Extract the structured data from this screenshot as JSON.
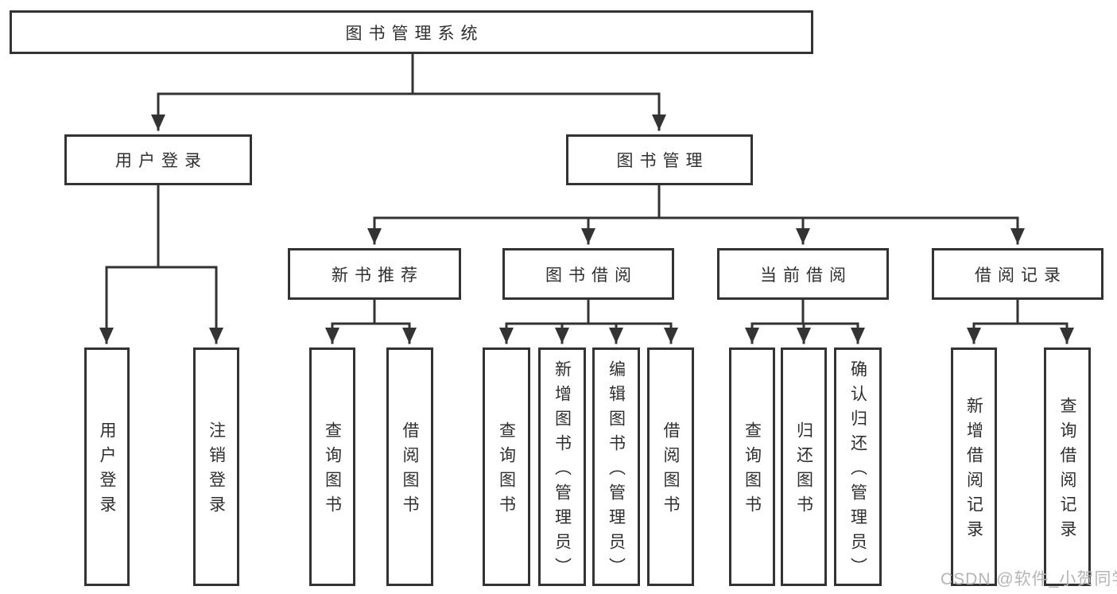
{
  "tree": {
    "label": "图书管理系统",
    "children": [
      {
        "label": "用户登录",
        "children": [
          {
            "label": "用户登录"
          },
          {
            "label": "注销登录"
          }
        ]
      },
      {
        "label": "图书管理",
        "children": [
          {
            "label": "新书推荐",
            "children": [
              {
                "label": "查询图书"
              },
              {
                "label": "借阅图书"
              }
            ]
          },
          {
            "label": "图书借阅",
            "children": [
              {
                "label": "查询图书"
              },
              {
                "label": "新增图书（管理员）"
              },
              {
                "label": "编辑图书（管理员）"
              },
              {
                "label": "借阅图书"
              }
            ]
          },
          {
            "label": "当前借阅",
            "children": [
              {
                "label": "查询图书"
              },
              {
                "label": "归还图书"
              },
              {
                "label": "确认归还（管理员）"
              }
            ]
          },
          {
            "label": "借阅记录",
            "children": [
              {
                "label": "新增借阅记录"
              },
              {
                "label": "查询借阅记录"
              }
            ]
          }
        ]
      }
    ]
  },
  "watermark": {
    "text": "CSDN @软件_小贺同学"
  },
  "colors": {
    "line": "#333333",
    "box_border": "#333333",
    "text": "#2f2f2f",
    "watermark": "#b5b5b5",
    "background": "#ffffff"
  }
}
